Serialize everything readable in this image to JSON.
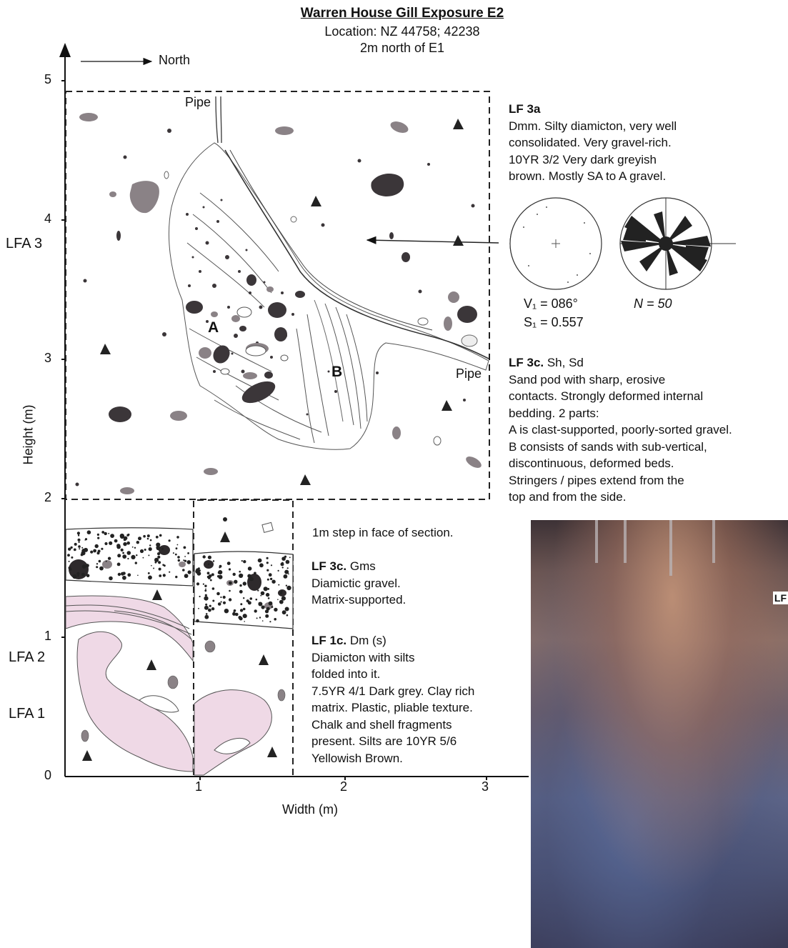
{
  "title": {
    "main": "Warren House Gill Exposure E2",
    "location": "Location: NZ 44758; 42238",
    "position": "2m  north of  E1"
  },
  "direction_label": "North",
  "axes": {
    "y_label": "Height (m)",
    "x_label": "Width (m)",
    "y_ticks": [
      "0",
      "1",
      "2",
      "3",
      "4",
      "5"
    ],
    "x_ticks": [
      "1",
      "2",
      "3"
    ]
  },
  "lfa_labels": [
    "LFA 3",
    "LFA 2",
    "LFA 1"
  ],
  "diagram_labels": {
    "pipe_top": "Pipe",
    "pipe_side": "Pipe",
    "part_a": "A",
    "part_b": "B"
  },
  "fabric_stats": {
    "v1": "V₁ = 086°",
    "s1": "S₁ = 0.557",
    "n": "N = 50"
  },
  "notes": {
    "lf3a_heading": "LF 3a",
    "lf3a_lines": [
      "Dmm. Silty diamicton, very well",
      "consolidated.  Very gravel-rich.",
      "10YR 3/2 Very dark greyish",
      "brown.  Mostly SA to A gravel."
    ],
    "lf3c_sand_heading": "LF 3c.",
    "lf3c_sand_code": " Sh, Sd",
    "lf3c_sand_lines": [
      "Sand pod with sharp, erosive",
      "contacts.  Strongly deformed internal",
      "bedding.  2 parts:",
      "A is clast-supported, poorly-sorted gravel.",
      "B consists of sands with sub-vertical,",
      "discontinuous, deformed beds.",
      "Stringers / pipes extend from the",
      "top and from the side."
    ],
    "step_note": "1m step in face of section.",
    "lf3c_gms_heading": "LF 3c.",
    "lf3c_gms_code": " Gms",
    "lf3c_gms_lines": [
      "Diamictic gravel.",
      "Matrix-supported."
    ],
    "lf1c_heading": "LF 1c.",
    "lf1c_code": " Dm (s)",
    "lf1c_lines": [
      "Diamicton with silts",
      "folded into it.",
      "7.5YR 4/1 Dark grey.  Clay rich",
      "matrix. Plastic, pliable texture.",
      "Chalk and shell fragments",
      "present. Silts are 10YR 5/6",
      "Yellowish Brown."
    ]
  },
  "photo_label": "LF",
  "colors": {
    "clast_grey": "#8a8286",
    "clast_dark": "#3b3639",
    "silt_fill": "#efd9e6",
    "line": "#222222"
  }
}
